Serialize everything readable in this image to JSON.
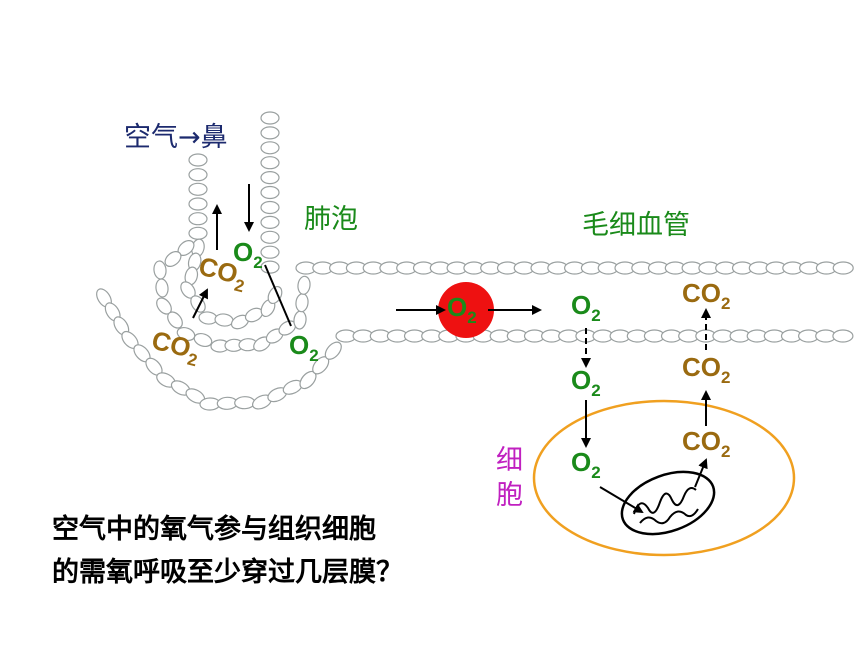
{
  "labels": {
    "air_to_nose": "空气→鼻",
    "alveolus": "肺泡",
    "capillary": "毛细血管",
    "cell": "细胞"
  },
  "gases": {
    "o2": "O",
    "co2": "CO",
    "sub": "2"
  },
  "question": {
    "line1": "空气中的氧气参与组织细胞",
    "line2": "的需氧呼吸至少穿过几层膜？"
  },
  "colors": {
    "label_navy": "#1c2a6e",
    "label_green": "#1a8a1a",
    "label_magenta": "#c020c0",
    "oxygen_green": "#1a8a1a",
    "co2_brown": "#9a6a10",
    "cell_outline": "#f0a020",
    "red_blood_cell": "#ee1111",
    "membrane_bead_stroke": "#9aa0a0"
  }
}
